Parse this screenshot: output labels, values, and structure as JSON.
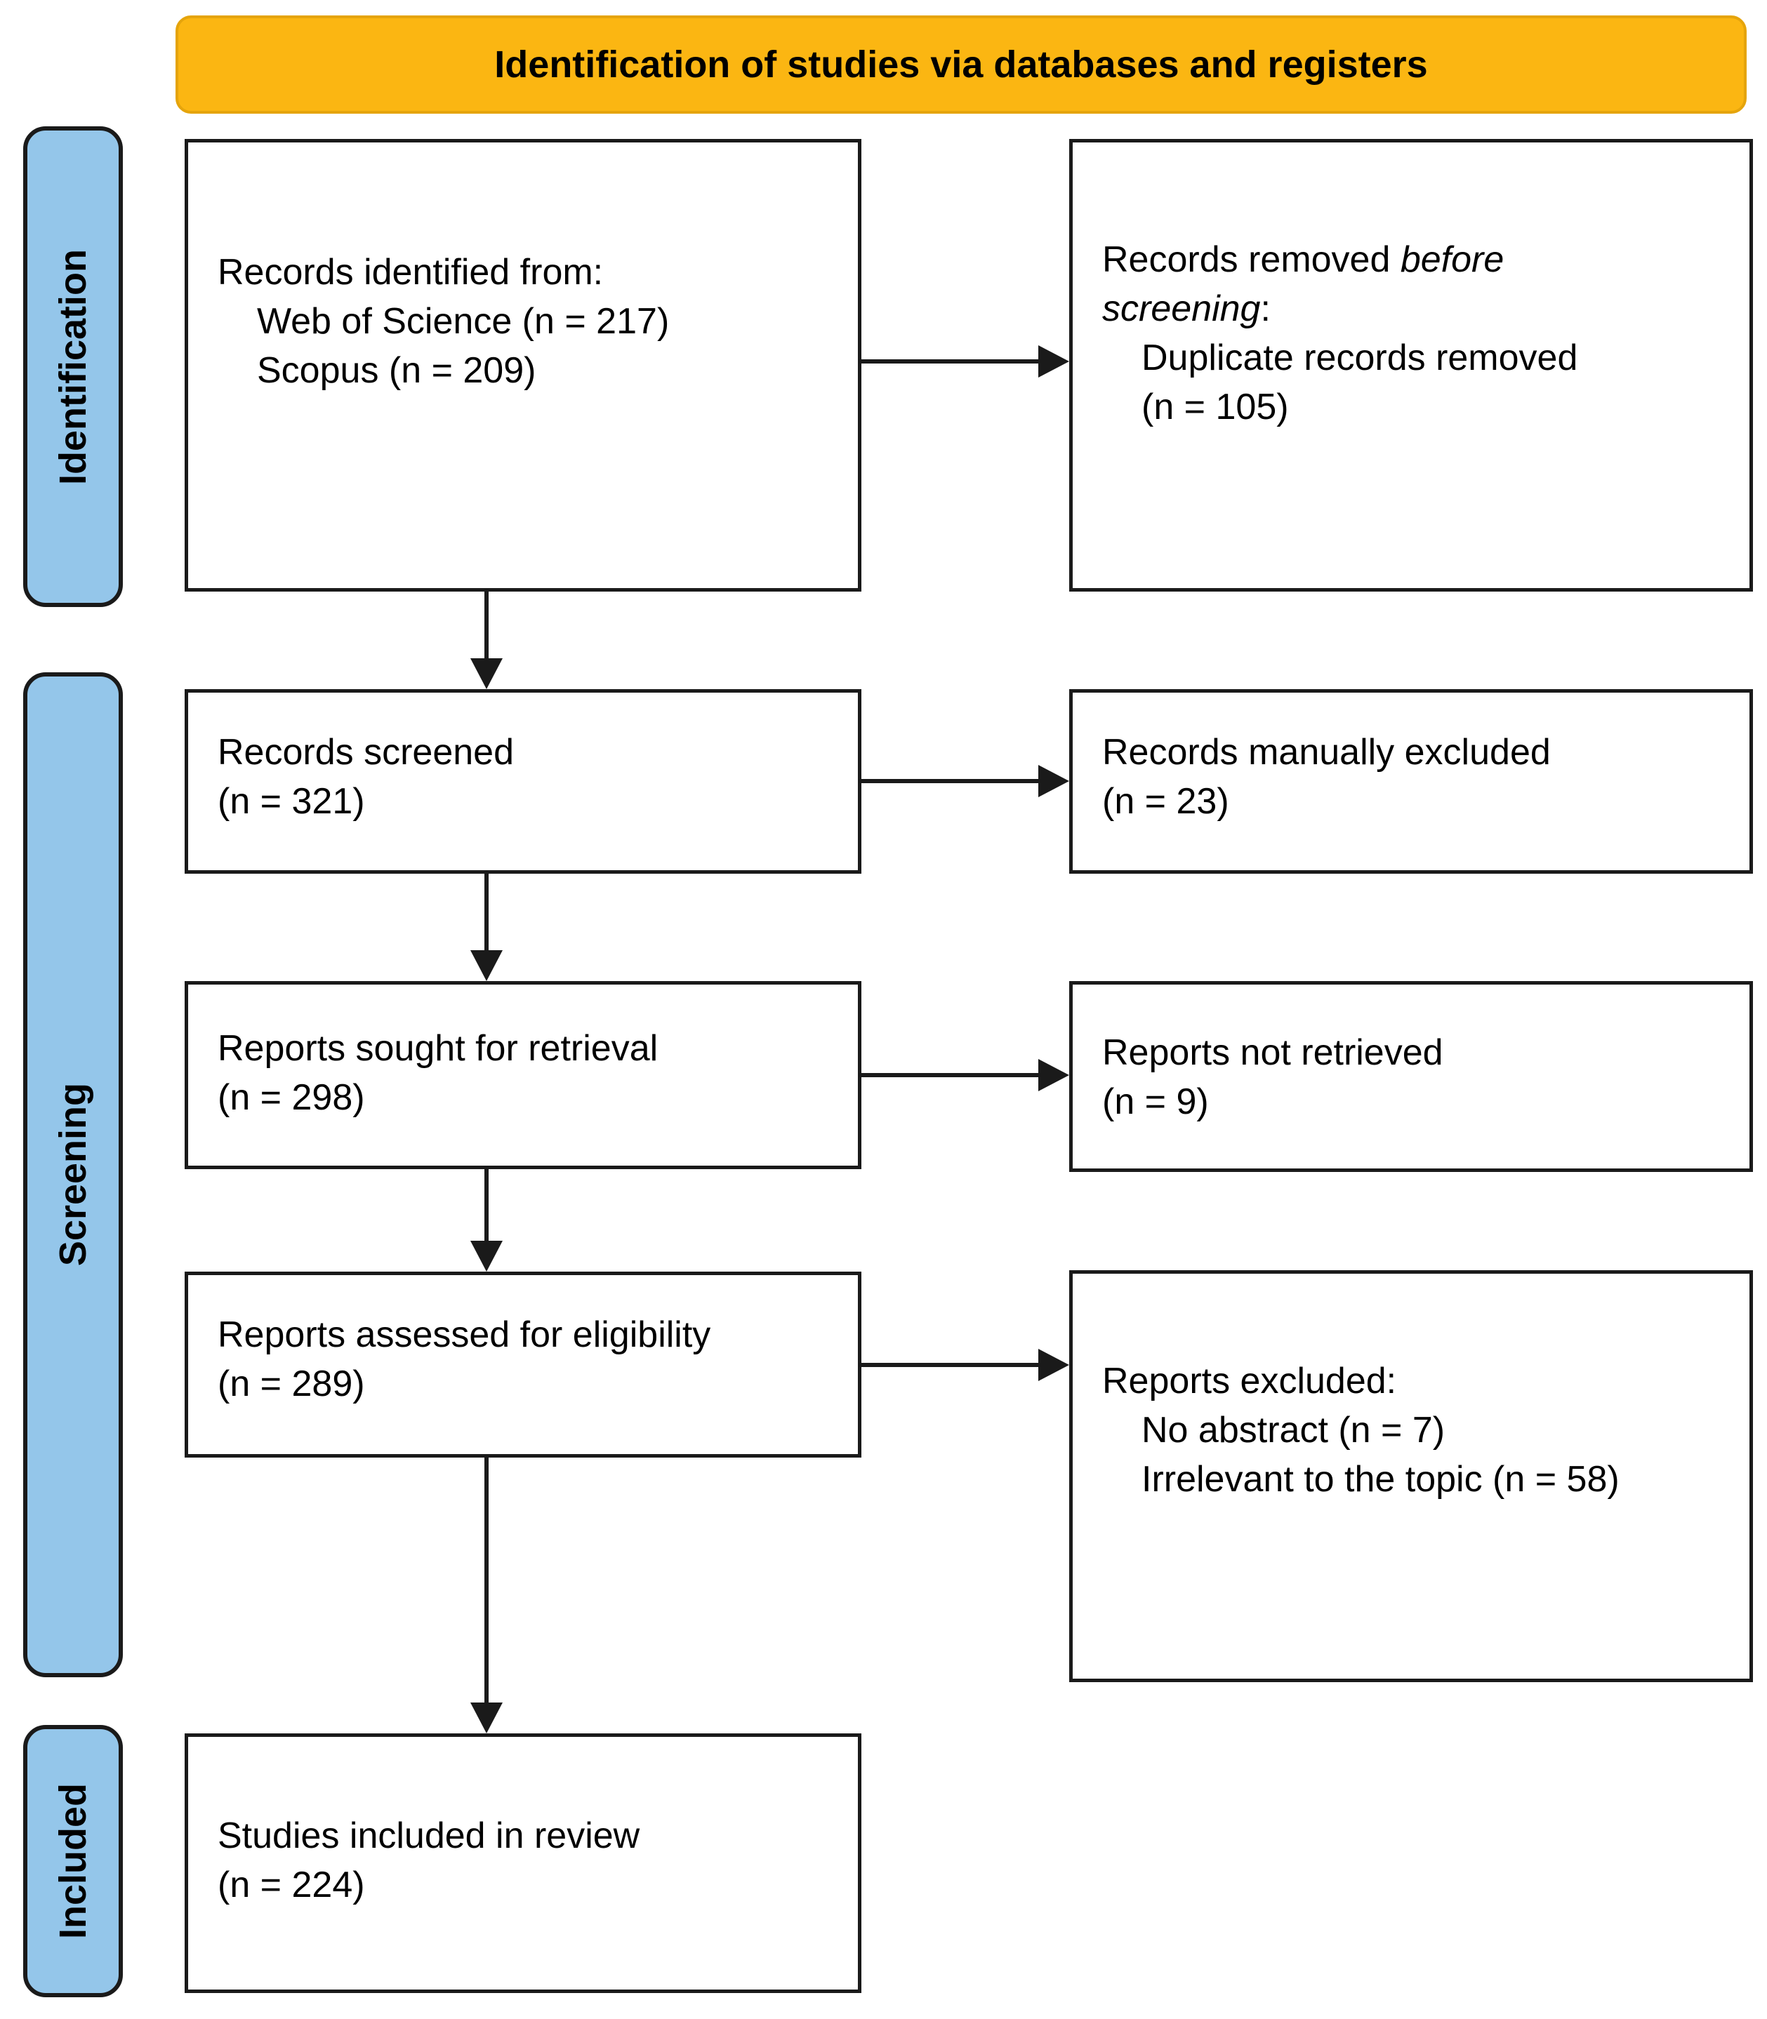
{
  "banner": {
    "label": "Identification of studies via databases and registers"
  },
  "colors": {
    "banner_fill": "#FBB612",
    "banner_border": "#E5A40B",
    "sidebar_fill": "#94C6EA",
    "box_border": "#1A1A1A"
  },
  "sidebar": {
    "identification": "Identification",
    "screening": "Screening",
    "included": "Included"
  },
  "boxes": {
    "records_identified": {
      "lines": [
        {
          "segs": [
            {
              "t": "Records identified from:"
            }
          ]
        },
        {
          "indent": true,
          "segs": [
            {
              "t": "Web of Science (n = 217)"
            }
          ]
        },
        {
          "indent": true,
          "segs": [
            {
              "t": "Scopus (n = 209)"
            }
          ]
        }
      ]
    },
    "records_removed": {
      "lines": [
        {
          "segs": [
            {
              "t": "Records removed "
            },
            {
              "t": "before",
              "i": true
            }
          ]
        },
        {
          "segs": [
            {
              "t": "screening",
              "i": true
            },
            {
              "t": ":"
            }
          ]
        },
        {
          "indent": true,
          "segs": [
            {
              "t": "Duplicate records removed"
            }
          ]
        },
        {
          "indent": true,
          "segs": [
            {
              "t": "(n = 105)"
            }
          ]
        }
      ]
    },
    "records_screened": {
      "lines": [
        {
          "segs": [
            {
              "t": "Records screened"
            }
          ]
        },
        {
          "segs": [
            {
              "t": "(n = 321)"
            }
          ]
        }
      ]
    },
    "records_manually_excluded": {
      "lines": [
        {
          "segs": [
            {
              "t": "Records manually excluded"
            }
          ]
        },
        {
          "segs": [
            {
              "t": "(n = 23)"
            }
          ]
        }
      ]
    },
    "reports_sought": {
      "lines": [
        {
          "segs": [
            {
              "t": "Reports sought for retrieval"
            }
          ]
        },
        {
          "segs": [
            {
              "t": "(n = 298)"
            }
          ]
        }
      ]
    },
    "reports_not_retrieved": {
      "lines": [
        {
          "segs": [
            {
              "t": "Reports not retrieved"
            }
          ]
        },
        {
          "segs": [
            {
              "t": "(n = 9)"
            }
          ]
        }
      ]
    },
    "reports_assessed": {
      "lines": [
        {
          "segs": [
            {
              "t": "Reports assessed for eligibility"
            }
          ]
        },
        {
          "segs": [
            {
              "t": "(n = 289)"
            }
          ]
        }
      ]
    },
    "reports_excluded": {
      "lines": [
        {
          "segs": [
            {
              "t": "Reports excluded:"
            }
          ]
        },
        {
          "indent": true,
          "segs": [
            {
              "t": "No abstract (n = 7)"
            }
          ]
        },
        {
          "indent": true,
          "segs": [
            {
              "t": "Irrelevant to the topic (n = 58)"
            }
          ]
        }
      ]
    },
    "studies_included": {
      "lines": [
        {
          "segs": [
            {
              "t": "Studies included in review"
            }
          ]
        },
        {
          "segs": [
            {
              "t": "(n = 224)"
            }
          ]
        }
      ]
    }
  }
}
